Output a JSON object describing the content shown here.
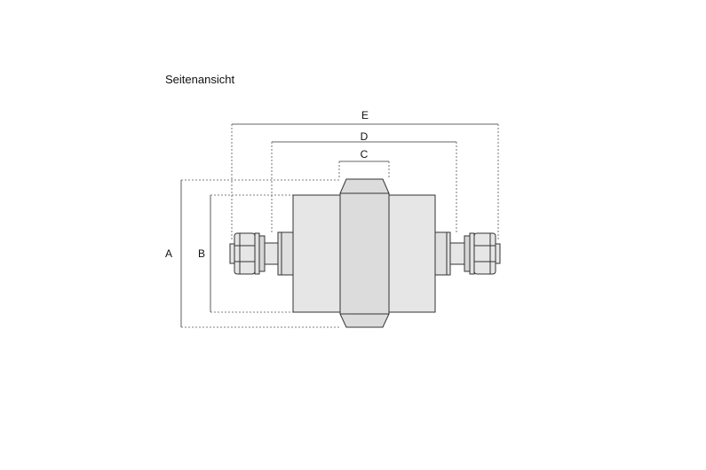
{
  "view_title": "Seitenansicht",
  "labels": {
    "A": "A",
    "B": "B",
    "C": "C",
    "D": "D",
    "E": "E"
  },
  "colors": {
    "body_fill": "#e6e6e6",
    "flange_fill": "#d9d9d9",
    "line": "#333333"
  }
}
